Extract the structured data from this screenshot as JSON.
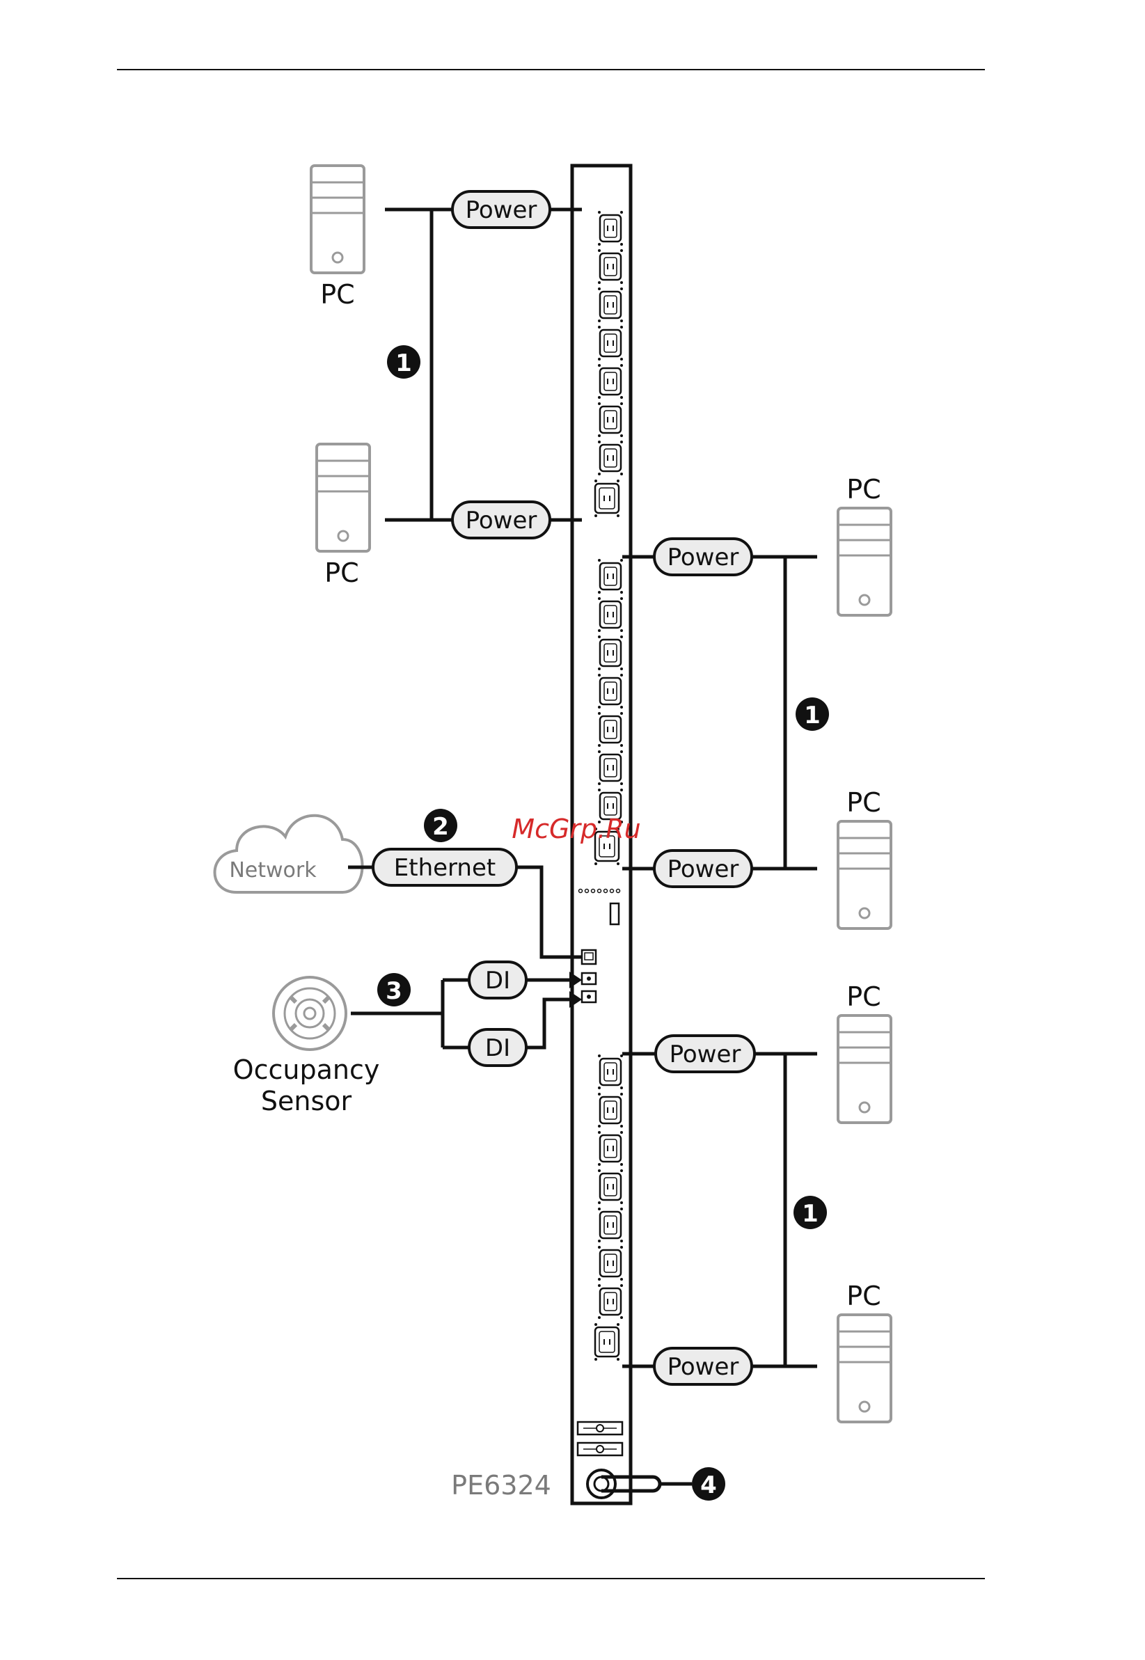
{
  "watermark": "McGrp.Ru",
  "pdu": {
    "model": "PE6324"
  },
  "labels": {
    "pc": "PC",
    "power": "Power",
    "ethernet": "Ethernet",
    "network": "Network",
    "di": "DI",
    "sensor_line1": "Occupancy",
    "sensor_line2": "Sensor"
  },
  "badges": {
    "outlet_power": "1",
    "network_link": "2",
    "sensor_link": "3",
    "power_inlet": "4"
  },
  "colors": {
    "line": "#111111",
    "device_gray": "#9a9a9a",
    "pill_fill": "#ececec",
    "watermark": "#d62a2a"
  }
}
